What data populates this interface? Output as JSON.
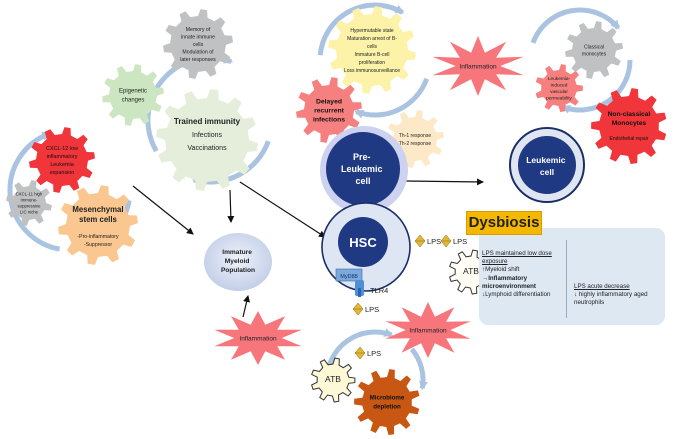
{
  "nodes": {
    "memory": [
      "Memory of",
      "innate immune",
      "cells",
      "Modulation of",
      "later responses"
    ],
    "epigenetic": [
      "Epigenetic",
      "changes"
    ],
    "trained_immunity": {
      "title": "Trained immunity",
      "lines": [
        "Infections",
        "Vaccinations"
      ]
    },
    "cxcl12": [
      "CXCL-12 low",
      "inflammatory",
      "Leukemia",
      "expansion"
    ],
    "cxcl11": [
      "CXCL-11 high",
      "Immune-",
      "suppressive",
      "LIC niche"
    ],
    "msc": {
      "title": [
        "Mesenchymal",
        "stem cells"
      ],
      "lines": [
        "-Pro-inflammatory",
        "-Suppressor"
      ]
    },
    "bcell": [
      "Hypermutable state",
      "Maturation arrest of B-",
      "cells",
      "Immature B-cell",
      "proliferation",
      "Loss immunosurveillance"
    ],
    "inflammation_top": "Inflammation",
    "delayed": [
      "Delayed",
      "recurrent",
      "infections"
    ],
    "th": [
      "Th-1 response",
      "Th-2 response"
    ],
    "pre_leukemic": [
      "Pre-",
      "Leukemic",
      "cell"
    ],
    "classical": [
      "Classical",
      "monocytes"
    ],
    "leukemia_vascular": [
      "Leukemia-",
      "induced",
      "vascular",
      "permeability"
    ],
    "nonclassical": {
      "title": [
        "Non-classical",
        "Monocytes"
      ],
      "lines": [
        "Endothelial repair"
      ]
    },
    "leukemic": [
      "Leukemic",
      "cell"
    ],
    "myeloid": [
      "Immature",
      "Myeloid",
      "Population"
    ],
    "hsc": "HSC",
    "myd88": "MyD88",
    "tlr4": "TLR4",
    "lps": "LPS",
    "atb": "ATB",
    "inflammation_mid": "Inflammation",
    "inflammation_left": "Inflammation",
    "microbiome": [
      "Microbiome",
      "depletion"
    ]
  },
  "dysbiosis": {
    "title": "Dysbiosis",
    "left_heading": [
      "LPS maintained  low dose",
      "exposure"
    ],
    "left_items": [
      "↑Myeloid shift",
      "→Inflammatory",
      "microenvironment",
      "↓Lymphoid differentiation"
    ],
    "right_heading": "LPS acute decrease",
    "right_items": [
      "↓ highly inflammatory aged",
      "neutrophils"
    ]
  },
  "colors": {
    "gear_grey": "#bfc1c3",
    "gear_mint": "#cde6c2",
    "gear_light_green": "#e4eedb",
    "gear_red": "#f0353b",
    "gear_peach": "#f9c78f",
    "gear_yellow": "#fcf3a9",
    "gear_pale_yellow": "#fde9c8",
    "gear_salmon": "#f6807f",
    "star_pink": "#f7767c",
    "gear_brown": "#c75712",
    "arc_blue": "#a9c3e1",
    "navy": "#1f3a83",
    "lps_gold": "#e2b637",
    "dysbiosis_orange": "#f5b800",
    "panel_blue": "#dde8f3"
  }
}
